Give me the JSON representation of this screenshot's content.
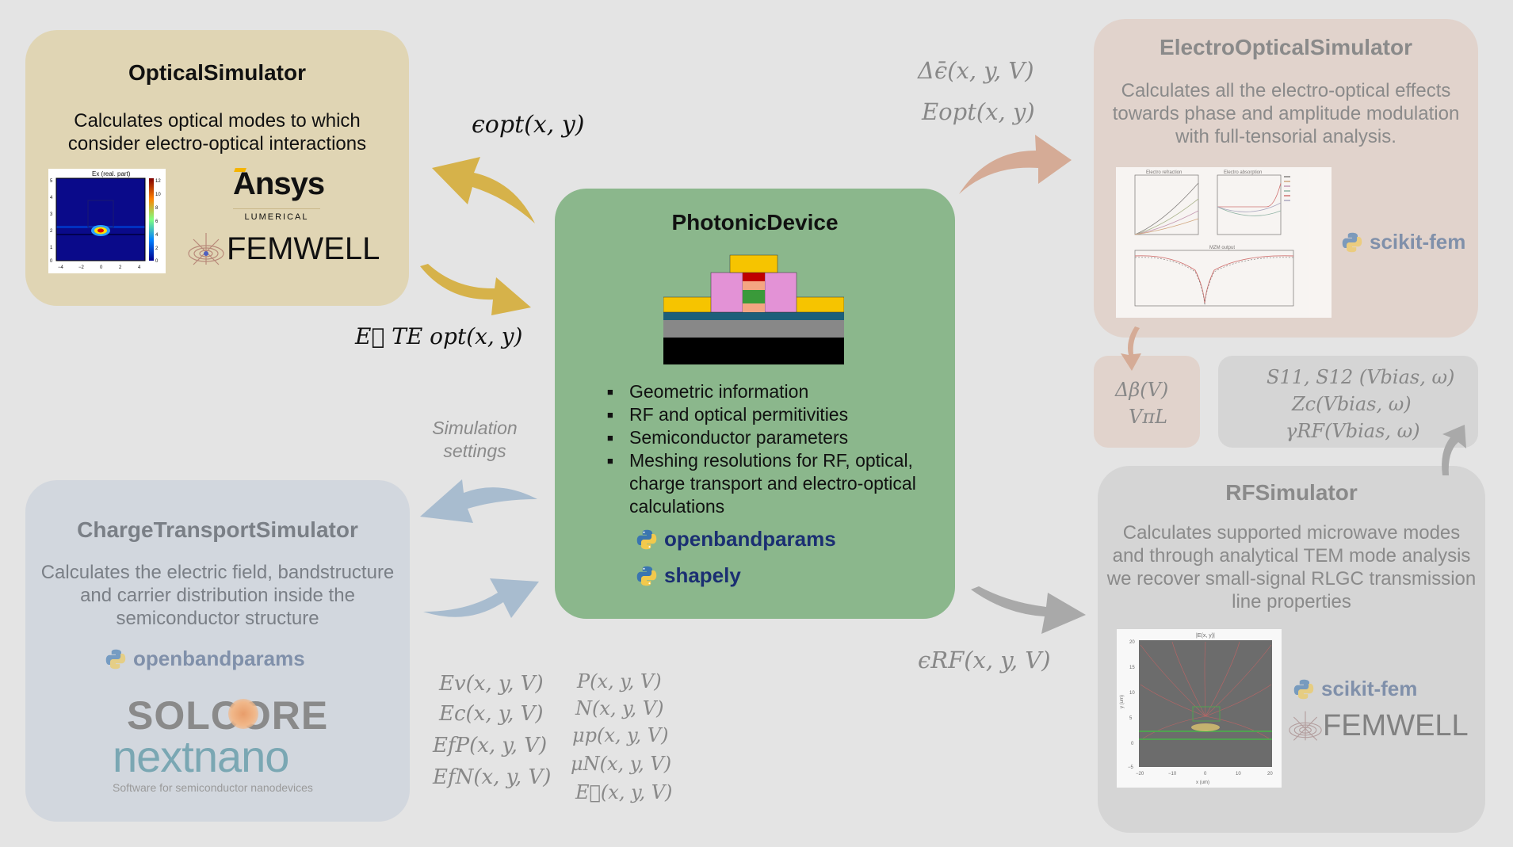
{
  "optical": {
    "title": "OpticalSimulator",
    "description": "Calculates optical modes to which consider electro-optical interactions",
    "plot_title": "Ex (real. part)",
    "plot_xticks": [
      "−4",
      "−2",
      "0",
      "2",
      "4"
    ],
    "plot_yticks": [
      "5",
      "4",
      "3",
      "2",
      "1",
      "0"
    ],
    "colorbar_ticks": [
      "12",
      "10",
      "8",
      "6",
      "4",
      "2",
      "0"
    ],
    "logo_ansys": "Ansys",
    "logo_lumerical": "LUMERICAL",
    "logo_femwell": "FEMWELL"
  },
  "photonic": {
    "title": "PhotonicDevice",
    "features": [
      "Geometric information",
      "RF and optical permitivities",
      "Semiconductor parameters",
      "Meshing resolutions for RF, optical, charge transport and electro-optical calculations"
    ],
    "packages": [
      "openbandparams",
      "shapely"
    ]
  },
  "charge": {
    "title": "ChargeTransportSimulator",
    "description": "Calculates the electric field, bandstructure and carrier distribution inside the semiconductor structure",
    "package": "openbandparams",
    "logo_solcore": "SOLCORE",
    "logo_nextnano": "nextnano",
    "nextnano_tagline": "Software for semiconductor nanodevices"
  },
  "electro": {
    "title": "ElectroOpticalSimulator",
    "description": "Calculates all the electro-optical effects towards phase and amplitude modulation with full-tensorial analysis.",
    "package": "scikit-fem",
    "panel_titles": [
      "Electro refraction",
      "Electro absorption",
      "MZM output"
    ]
  },
  "rf": {
    "title": "RFSimulator",
    "description": "Calculates supported microwave modes and through analytical TEM mode analysis we recover small-signal RLGC transmission line properties",
    "package": "scikit-fem",
    "logo_femwell": "FEMWELL",
    "plot_title": "|E(x, y)|",
    "plot_xlabel": "x (um)",
    "plot_ylabel": "y (um)",
    "plot_xticks": [
      "−20",
      "−10",
      "0",
      "10",
      "20"
    ],
    "plot_yticks": [
      "20",
      "15",
      "10",
      "5",
      "0",
      "−5"
    ]
  },
  "labels": {
    "eps_opt": "ϵopt(x, y)",
    "e_opt_te": "E⃗ TE opt(x, y)",
    "delta_eps": "Δϵ̄(x, y, V)",
    "e_opt_vec": "Eopt(x, y)",
    "sim_settings": "Simulation settings",
    "eps_rf": "ϵRF(x, y, V)",
    "delta_beta": "Δβ(V)",
    "vpi_l": "VπL",
    "s_params": "S11, S12 (Vbias, ω)",
    "zc": "Zc(Vbias, ω)",
    "gamma_rf": "γRF(Vbias, ω)",
    "ev": "Ev(x, y, V)",
    "ec": "Ec(x, y, V)",
    "efp": "EfP(x, y, V)",
    "efn": "EfN(x, y, V)",
    "p": "P(x, y, V)",
    "n": "N(x, y, V)",
    "mup": "μp(x, y, V)",
    "mun": "μN(x, y, V)",
    "efield": "E⃗(x, y, V)"
  },
  "colors": {
    "optical_bg": "#e0d5b4",
    "photonic_bg": "#8bb78c",
    "charge_bg": "#d2d7de",
    "electro_bg": "#e1d3cc",
    "rf_bg": "#d5d5d5",
    "gold_arrow": "#d6b24a",
    "blue_arrow": "#a8bccf",
    "pink_arrow": "#d5ab96",
    "gray_arrow": "#a9a9a9",
    "package_blue": "#1b2f72"
  }
}
